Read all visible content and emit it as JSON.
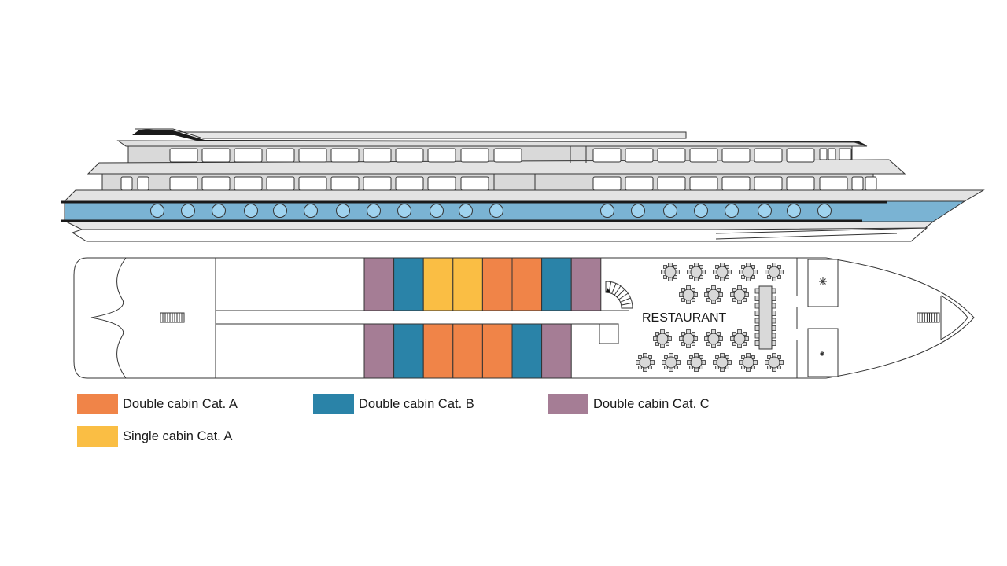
{
  "deck_plan": {
    "restaurant_label": "RESTAURANT",
    "colors": {
      "double_a": "#f08448",
      "double_b": "#2a83a8",
      "double_c": "#a57d95",
      "single_a": "#fabe44",
      "hull_stripe": "#7ab3d3",
      "porthole": "#9fd3ef",
      "superstructure": "#d9d9d9",
      "outline": "#333333"
    },
    "cabin_rows": {
      "upper": [
        "double_c",
        "double_b",
        "single_a",
        "single_a",
        "double_a",
        "double_a",
        "double_b",
        "double_c"
      ],
      "lower": [
        "double_c",
        "double_b",
        "double_a",
        "double_a",
        "double_a",
        "double_b",
        "double_c"
      ]
    }
  },
  "legend": [
    {
      "label": "Double cabin Cat. A",
      "color_key": "double_a"
    },
    {
      "label": "Double cabin Cat. B",
      "color_key": "double_b"
    },
    {
      "label": "Double cabin Cat. C",
      "color_key": "double_c"
    },
    {
      "label": "Single cabin Cat. A",
      "color_key": "single_a"
    }
  ]
}
